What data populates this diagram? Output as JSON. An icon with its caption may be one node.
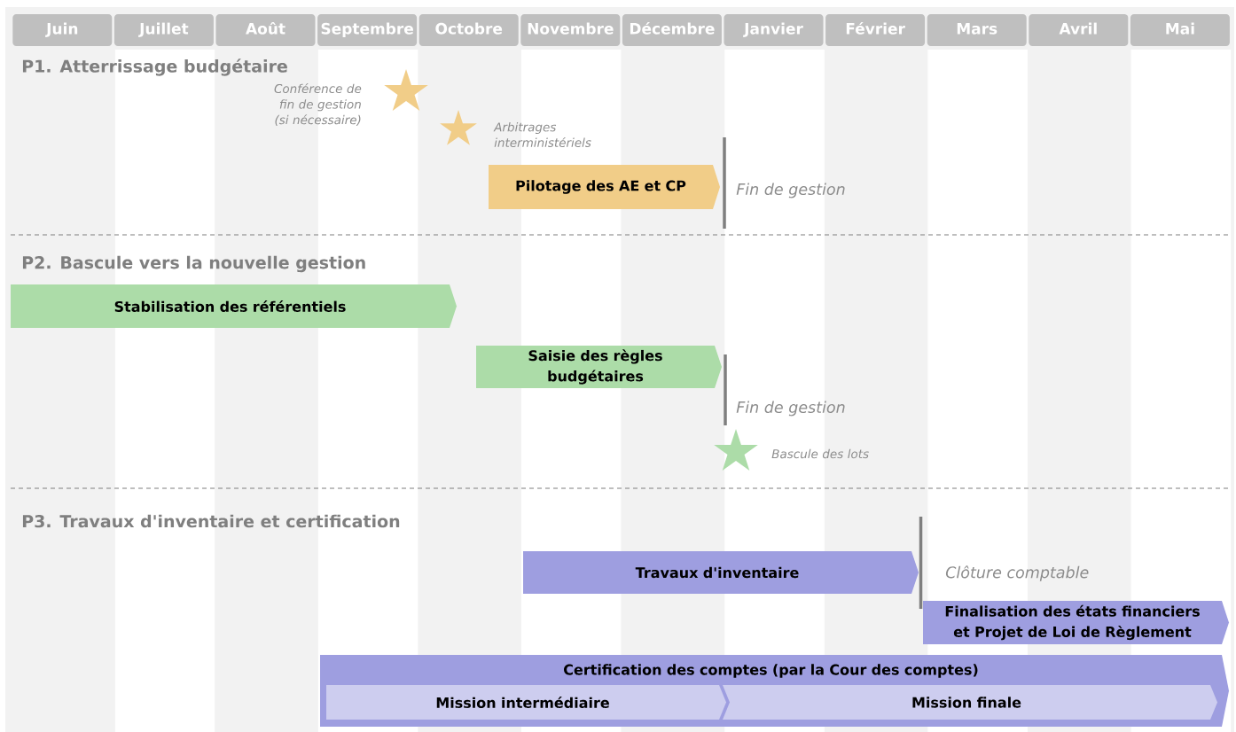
{
  "diagram": {
    "nodes": [
      {
        "text": [
          "Juin"
        ]
      },
      {
        "text": [
          "Juillet"
        ]
      },
      {
        "text": [
          "Août"
        ]
      },
      {
        "text": [
          "Septembre"
        ]
      },
      {
        "text": [
          "Octobre"
        ]
      },
      {
        "text": [
          "Novembre"
        ]
      },
      {
        "text": [
          "Décembre"
        ]
      },
      {
        "text": [
          "Janvier"
        ]
      },
      {
        "text": [
          "Février"
        ]
      },
      {
        "text": [
          "Mars"
        ]
      },
      {
        "text": [
          "Avril"
        ]
      },
      {
        "text": [
          "Mai"
        ]
      },
      {
        "text": [],
        "shape": "star",
        "beside": [
          "Conférence de fin de gestion (si nécessaire)"
        ]
      },
      {
        "text": [],
        "shape": "star",
        "beside": [
          "Arbitrages interministériels"
        ]
      },
      {
        "text": [
          "Pilotage des AE et CP"
        ]
      },
      {
        "text": [
          "Stabilisation des référentiels"
        ]
      },
      {
        "text": [
          "Saisie des règles budgétaires"
        ]
      },
      {
        "text": [],
        "shape": "star",
        "beside": [
          "Bascule des lots"
        ]
      },
      {
        "text": [
          "Travaux d'inventaire"
        ]
      },
      {
        "text": [
          "Finalisation des états financiers et Projet de Loi de Règlement"
        ]
      },
      {
        "text": [
          "Certification des comptes (par la Cour des comptes)"
        ]
      },
      {
        "text": [
          "Mission intermédiaire"
        ],
        "in": 20
      },
      {
        "text": [
          "Mission finale"
        ],
        "in": 20
      }
    ],
    "labels": [
      "P1. Atterrissage budgétaire",
      "Fin de gestion",
      "P2. Bascule vers la nouvelle gestion",
      "Fin de gestion",
      "P3. Travaux d'inventaire et certification",
      "Clôture comptable"
    ]
  }
}
